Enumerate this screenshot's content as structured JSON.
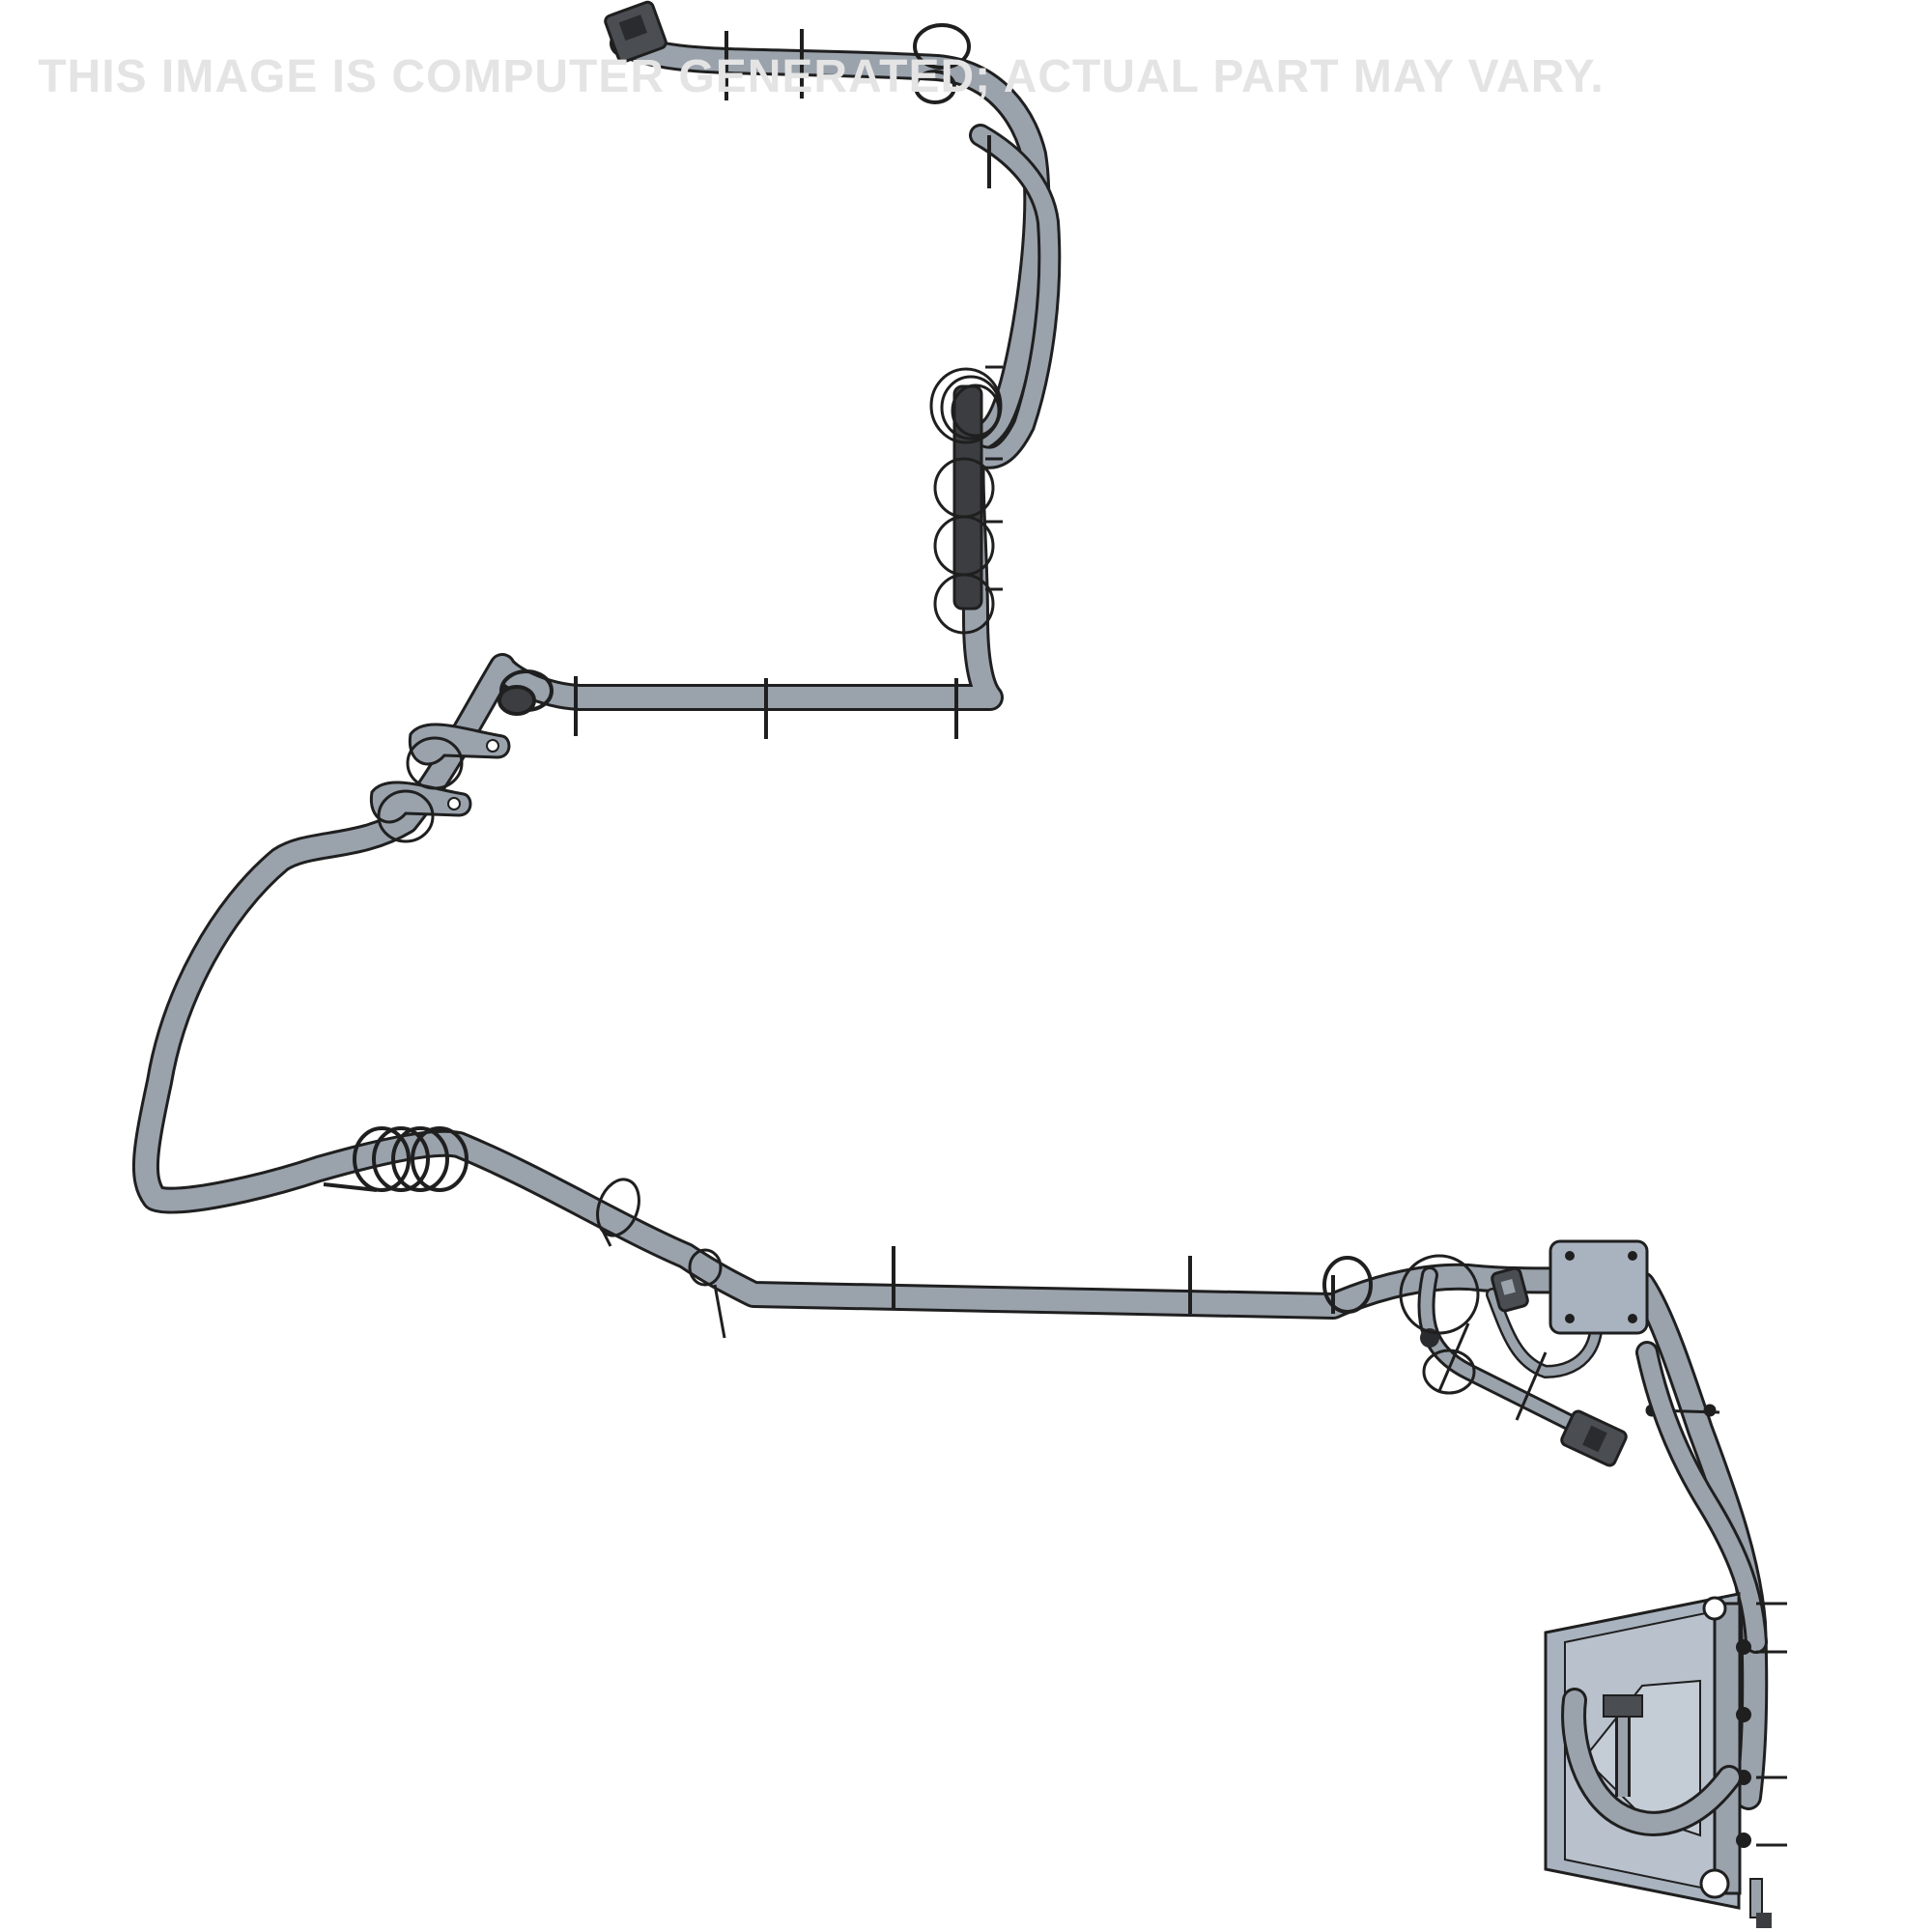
{
  "watermark": {
    "text": "THIS IMAGE IS COMPUTER GENERATED; ACTUAL PART MAY VARY."
  },
  "colors": {
    "background": "#ffffff",
    "cable_fill": "#9aa2ac",
    "cable_outline": "#1f1f1f",
    "sleeve_dark": "#3b3d40",
    "bracket_fill": "#a9b3bf",
    "watermark": "#e4e4e4"
  },
  "drawing": {
    "subject": "wiring-harness",
    "illustration_type": "3d-render-line-art"
  }
}
